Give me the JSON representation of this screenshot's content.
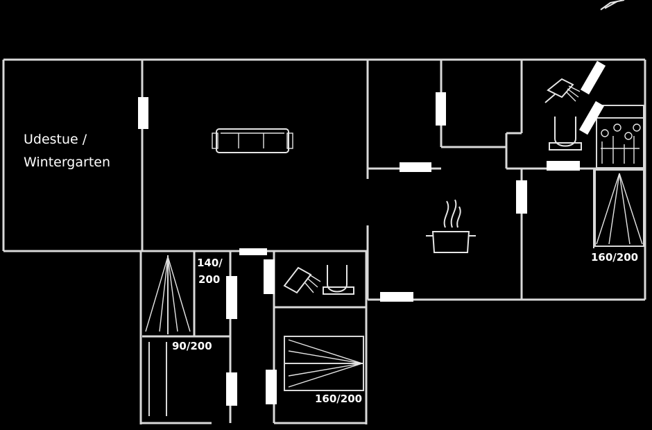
{
  "plan": {
    "colors": {
      "background": "#000000",
      "wall": "#d9d9d9",
      "door": "#ffffff"
    },
    "rooms": {
      "living_label_line1": "Udestue /",
      "living_label_line2": "Wintergarten"
    },
    "beds": {
      "bedroom_ne": "160/200",
      "bedroom_sw_size": "90/200",
      "bedroom_sw_bunk_line1": "140/",
      "bedroom_sw_bunk_line2": "200",
      "bedroom_s": "160/200"
    },
    "icons": [
      "sofa-icon",
      "cooking-pot-icon",
      "shower-icon",
      "toilet-icon",
      "sauna-icon",
      "double-bed-icon",
      "single-bed-icon",
      "compass-icon"
    ]
  }
}
